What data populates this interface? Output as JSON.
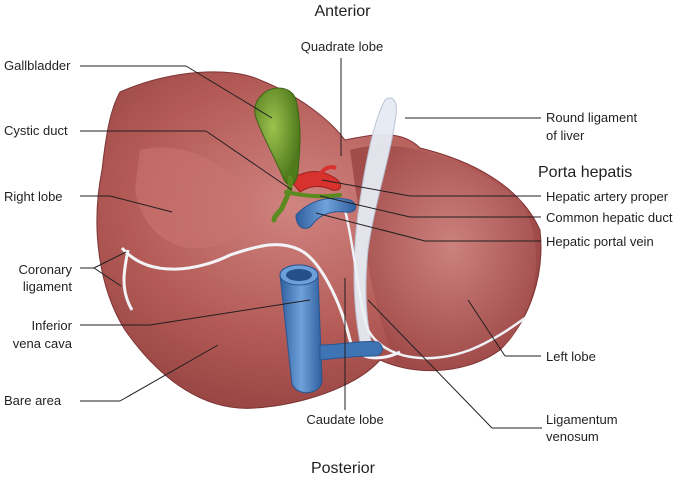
{
  "orientation": {
    "top": "Anterior",
    "bottom": "Posterior"
  },
  "labels": {
    "gallbladder": "Gallbladder",
    "cystic_duct": "Cystic duct",
    "right_lobe": "Right lobe",
    "coronary_ligament_1": "Coronary",
    "coronary_ligament_2": "ligament",
    "inferior_vena_cava_1": "Inferior",
    "inferior_vena_cava_2": "vena cava",
    "bare_area": "Bare area",
    "quadrate_lobe": "Quadrate lobe",
    "round_ligament_1": "Round ligament",
    "round_ligament_2": "of liver",
    "porta_hepatis": "Porta hepatis",
    "hepatic_artery_proper": "Hepatic artery proper",
    "common_hepatic_duct": "Common hepatic duct",
    "hepatic_portal_vein": "Hepatic portal vein",
    "left_lobe": "Left lobe",
    "caudate_lobe": "Caudate lobe",
    "ligamentum_venosum_1": "Ligamentum",
    "ligamentum_venosum_2": "venosum"
  },
  "colors": {
    "liver": "#b55a57",
    "liver_dark": "#8e3e3d",
    "liver_light": "#d48a86",
    "gallbladder": "#6f9a2c",
    "vein": "#4a7fbf",
    "artery": "#d8322f",
    "ligament": "#e8edf5"
  }
}
